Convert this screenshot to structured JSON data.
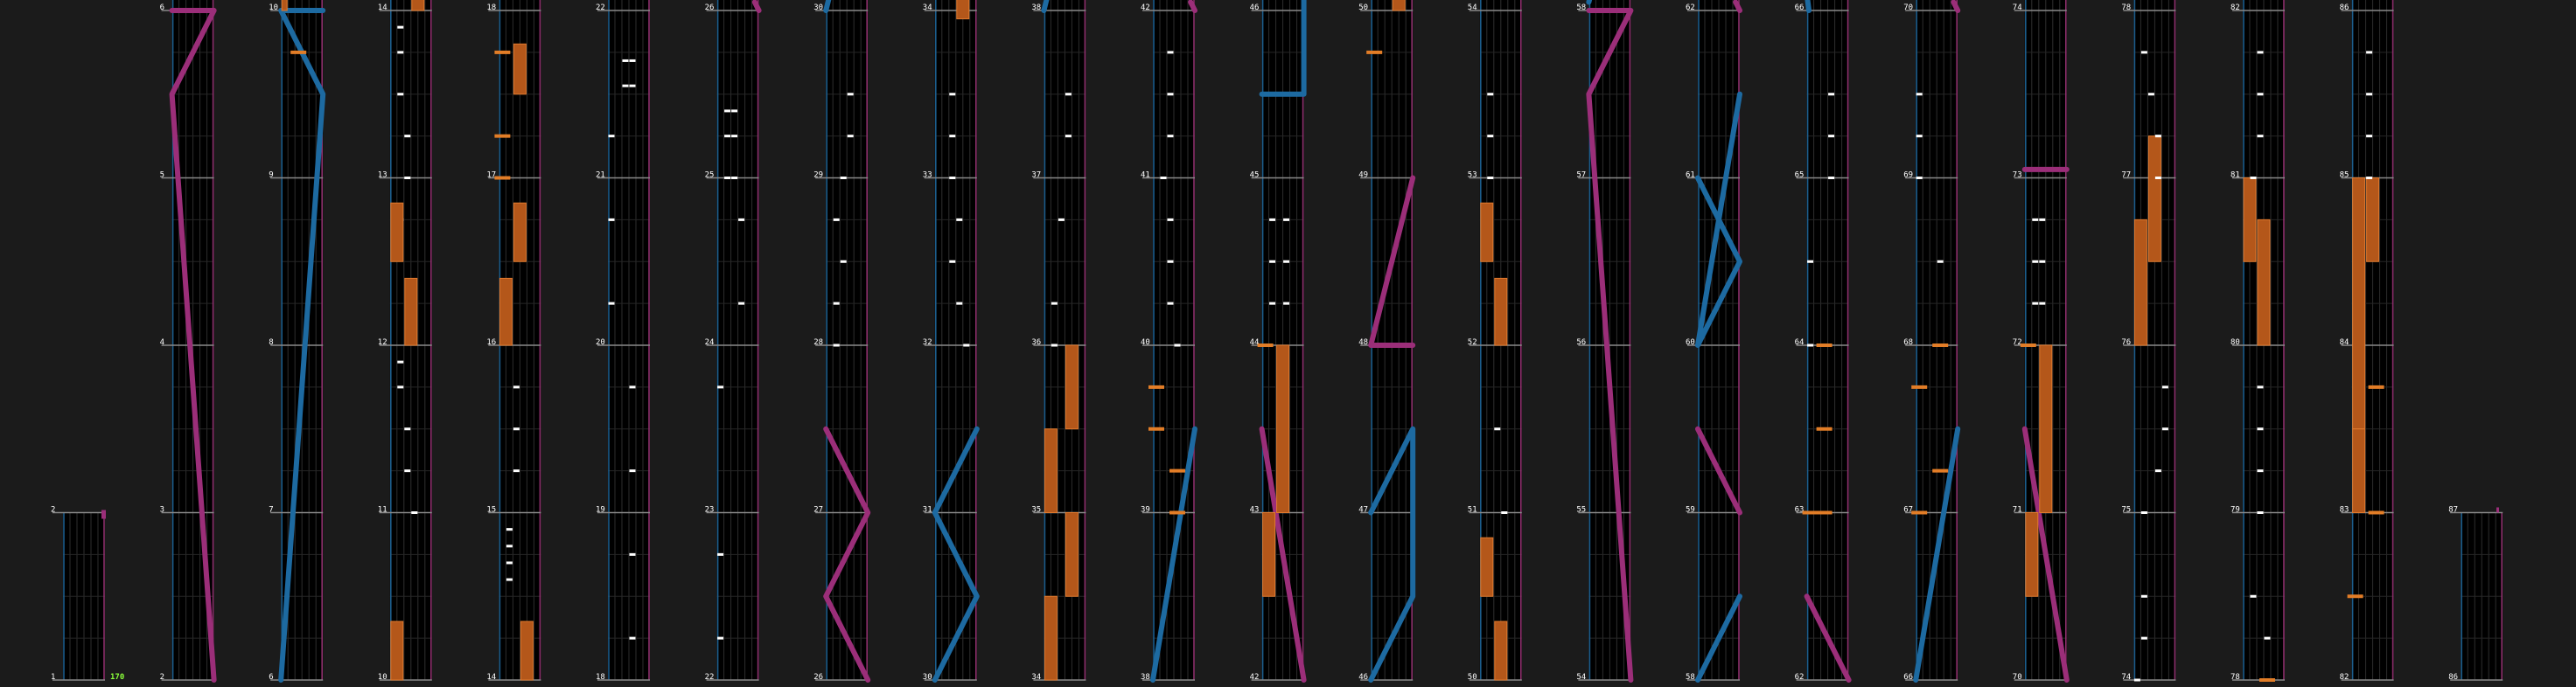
{
  "combo": "170",
  "colors": {
    "background": "#1b1b1b",
    "lane": "#000000",
    "tap": "#ffffff",
    "hold": "#b4571a",
    "flick": "#e27d27",
    "slide_left": "#1d6aa1",
    "slide_right": "#9b2e79",
    "combo": "#8aff3a"
  },
  "measures_visible": 87,
  "columns": [
    {
      "labels": [
        "2",
        "1"
      ]
    },
    {
      "labels": [
        "6",
        "5",
        "4",
        "3",
        "2"
      ]
    },
    {
      "labels": [
        "10",
        "9",
        "8",
        "7",
        "6"
      ]
    },
    {
      "labels": [
        "14",
        "13",
        "12",
        "11",
        "10"
      ]
    },
    {
      "labels": [
        "18",
        "17",
        "16",
        "15",
        "14"
      ]
    },
    {
      "labels": [
        "22",
        "21",
        "20",
        "19",
        "18"
      ]
    },
    {
      "labels": [
        "26",
        "25",
        "24",
        "23",
        "22"
      ]
    },
    {
      "labels": [
        "30",
        "29",
        "28",
        "27",
        "26"
      ]
    },
    {
      "labels": [
        "34",
        "33",
        "32",
        "31",
        "30"
      ]
    },
    {
      "labels": [
        "38",
        "37",
        "36",
        "35",
        "34"
      ]
    },
    {
      "labels": [
        "42",
        "41",
        "40",
        "39",
        "38"
      ]
    },
    {
      "labels": [
        "46",
        "45",
        "44",
        "43",
        "42"
      ]
    },
    {
      "labels": [
        "50",
        "49",
        "48",
        "47",
        "46"
      ]
    },
    {
      "labels": [
        "54",
        "53",
        "52",
        "51",
        "50"
      ]
    },
    {
      "labels": [
        "58",
        "57",
        "56",
        "55",
        "54"
      ]
    },
    {
      "labels": [
        "62",
        "61",
        "60",
        "59",
        "58"
      ]
    },
    {
      "labels": [
        "66",
        "65",
        "64",
        "63",
        "62"
      ]
    },
    {
      "labels": [
        "70",
        "69",
        "68",
        "67",
        "66"
      ]
    },
    {
      "labels": [
        "74",
        "73",
        "72",
        "71",
        "70"
      ]
    },
    {
      "labels": [
        "78",
        "77",
        "76",
        "75",
        "74"
      ]
    },
    {
      "labels": [
        "82",
        "81",
        "80",
        "79",
        "78"
      ]
    },
    {
      "labels": [
        "86",
        "85",
        "84",
        "83",
        "82"
      ]
    },
    {
      "labels": [
        "87",
        "86"
      ]
    }
  ]
}
